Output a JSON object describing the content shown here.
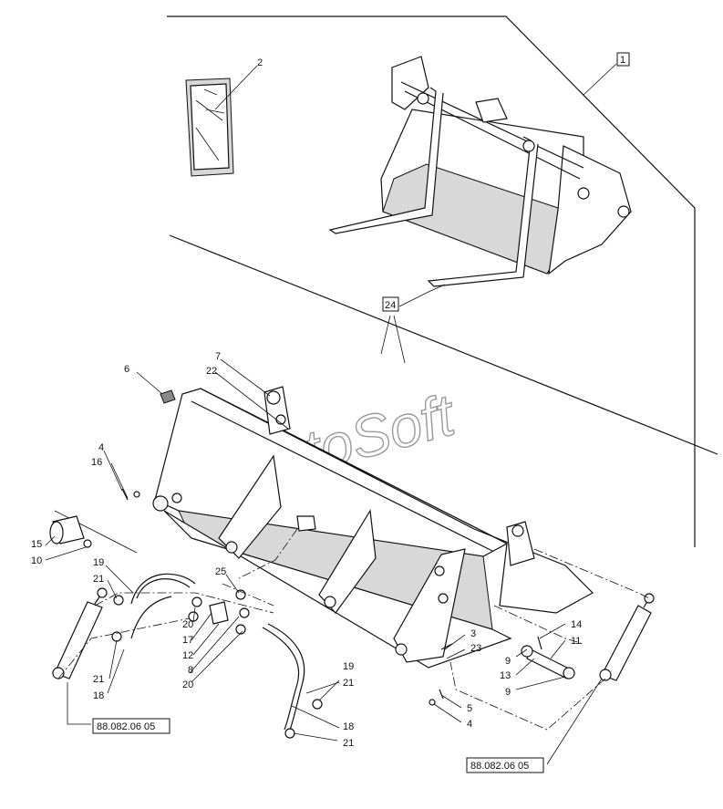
{
  "diagram": {
    "watermark": "AutoSoft",
    "assembly_box_label": "1",
    "group_box_label": "24",
    "reference_labels": [
      "88.082.06 05",
      "88.082.06 05"
    ],
    "callouts": {
      "c2": "2",
      "c7": "7",
      "c22": "22",
      "c6": "6",
      "c4a": "4",
      "c16": "16",
      "c15": "15",
      "c10": "10",
      "c19a": "19",
      "c21a": "21",
      "c25": "25",
      "c20a": "20",
      "c17": "17",
      "c12": "12",
      "c8": "8",
      "c20b": "20",
      "c21b": "21",
      "c18a": "18",
      "c19b": "19",
      "c21c": "21",
      "c18b": "18",
      "c21d": "21",
      "c3": "3",
      "c23": "23",
      "c5": "5",
      "c4b": "4",
      "c14": "14",
      "c11": "11",
      "c9a": "9",
      "c13": "13",
      "c9b": "9"
    }
  }
}
